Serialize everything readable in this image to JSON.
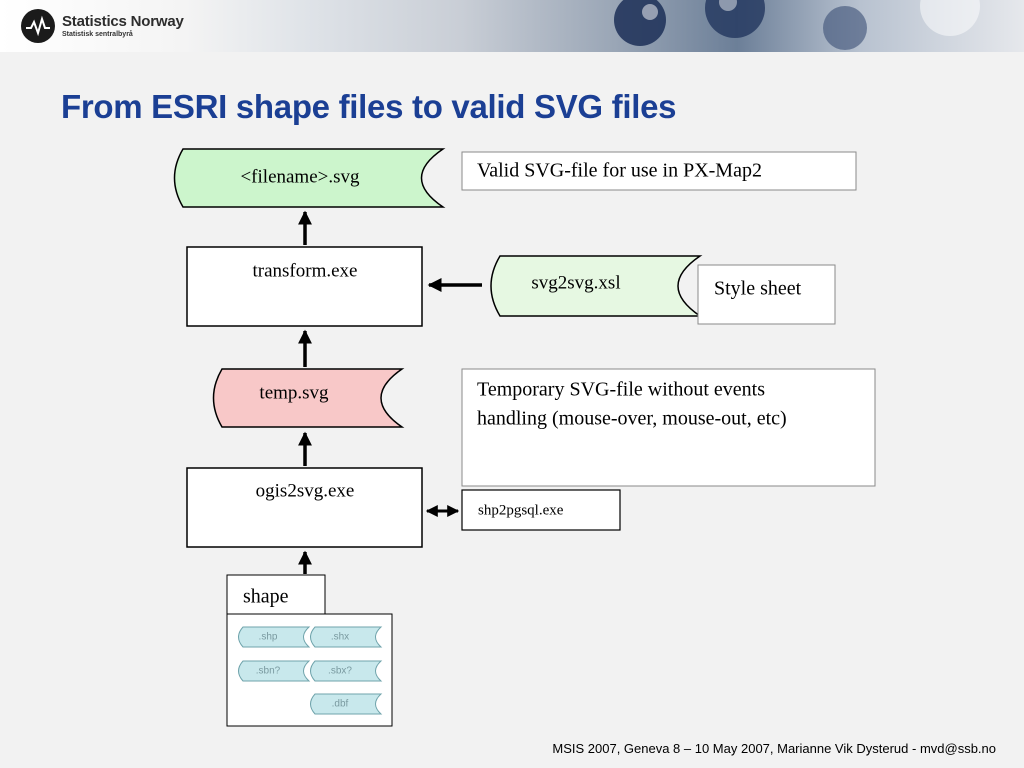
{
  "header": {
    "logo_name": "Statistics Norway",
    "logo_subtitle": "Statistisk sentralbyrå"
  },
  "slide": {
    "title": "From ESRI shape files to valid SVG files"
  },
  "diagram": {
    "nodes": {
      "output_file": "<filename>.svg",
      "transform": "transform.exe",
      "stylesheet_file": "svg2svg.xsl",
      "temp_file": "temp.svg",
      "ogis": "ogis2svg.exe",
      "shp2pgsql": "shp2pgsql.exe",
      "shape_tab": "shape"
    },
    "notes": {
      "valid_svg": "Valid SVG-file for use in PX-Map2",
      "style_sheet": "Style sheet",
      "temporary_line1": "Temporary SVG-file without events",
      "temporary_line2": "handling (mouse-over, mouse-out, etc)"
    },
    "shape_files": [
      ".shp",
      ".shx",
      ".sbn?",
      ".sbx?",
      ".dbf"
    ]
  },
  "colors": {
    "title_blue": "#1b3f94",
    "output_fill": "#ccf5cc",
    "stylesheet_fill": "#e6f8e2",
    "temp_fill": "#f8c8c8",
    "shape_file_fill": "#c8e8ec"
  },
  "footer": {
    "text": "MSIS 2007, Geneva 8 – 10 May 2007, Marianne Vik Dysterud - mvd@ssb.no"
  }
}
